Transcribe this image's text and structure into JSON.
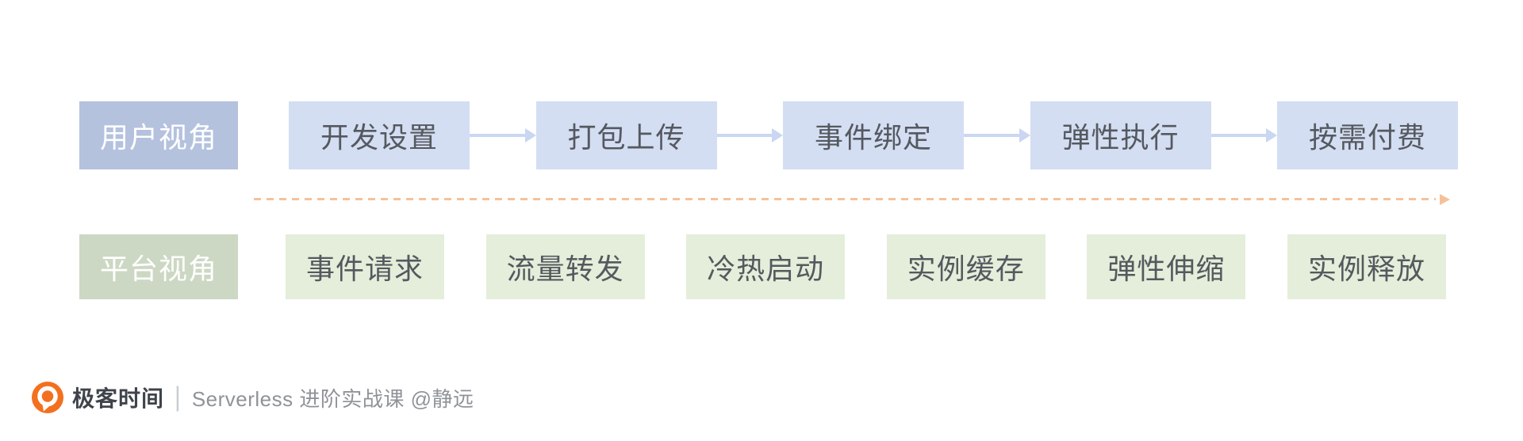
{
  "user_row": {
    "label": "用户视角",
    "steps": [
      "开发设置",
      "打包上传",
      "事件绑定",
      "弹性执行",
      "按需付费"
    ]
  },
  "platform_row": {
    "label": "平台视角",
    "steps": [
      "事件请求",
      "流量转发",
      "冷热启动",
      "实例缓存",
      "弹性伸缩",
      "实例释放"
    ]
  },
  "footer": {
    "brand": "极客时间",
    "separator": "|",
    "course": "Serverless 进阶实战课 @静远"
  },
  "colors": {
    "user_label_bg": "#b4c2de",
    "user_step_bg": "#d3def3",
    "user_arrow": "#c9d7f2",
    "platform_label_bg": "#ccd8c3",
    "platform_step_bg": "#e4eeda",
    "dashed_arrow": "#f5c19b",
    "step_text": "#55595f",
    "label_text": "#ffffff",
    "brand_orange": "#f3701f",
    "brand_text": "#3f434a",
    "course_text": "#8f9398",
    "separator": "#c9cdd1"
  }
}
